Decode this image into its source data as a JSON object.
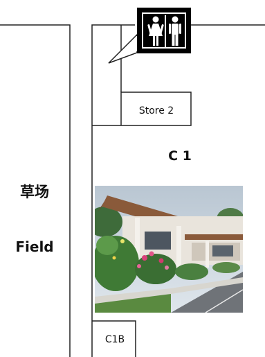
{
  "map": {
    "zones": {
      "field_name_zh": "草场",
      "field_name_en": "Field",
      "building_name": "C 1",
      "store_name": "Store 2",
      "annex_name": "C1B"
    },
    "icons": {
      "toilet": "restroom-icon",
      "photo": "building-photo"
    },
    "colors": {
      "lines": "#222222",
      "labels": "#111111",
      "icon_bg": "#000000"
    }
  }
}
